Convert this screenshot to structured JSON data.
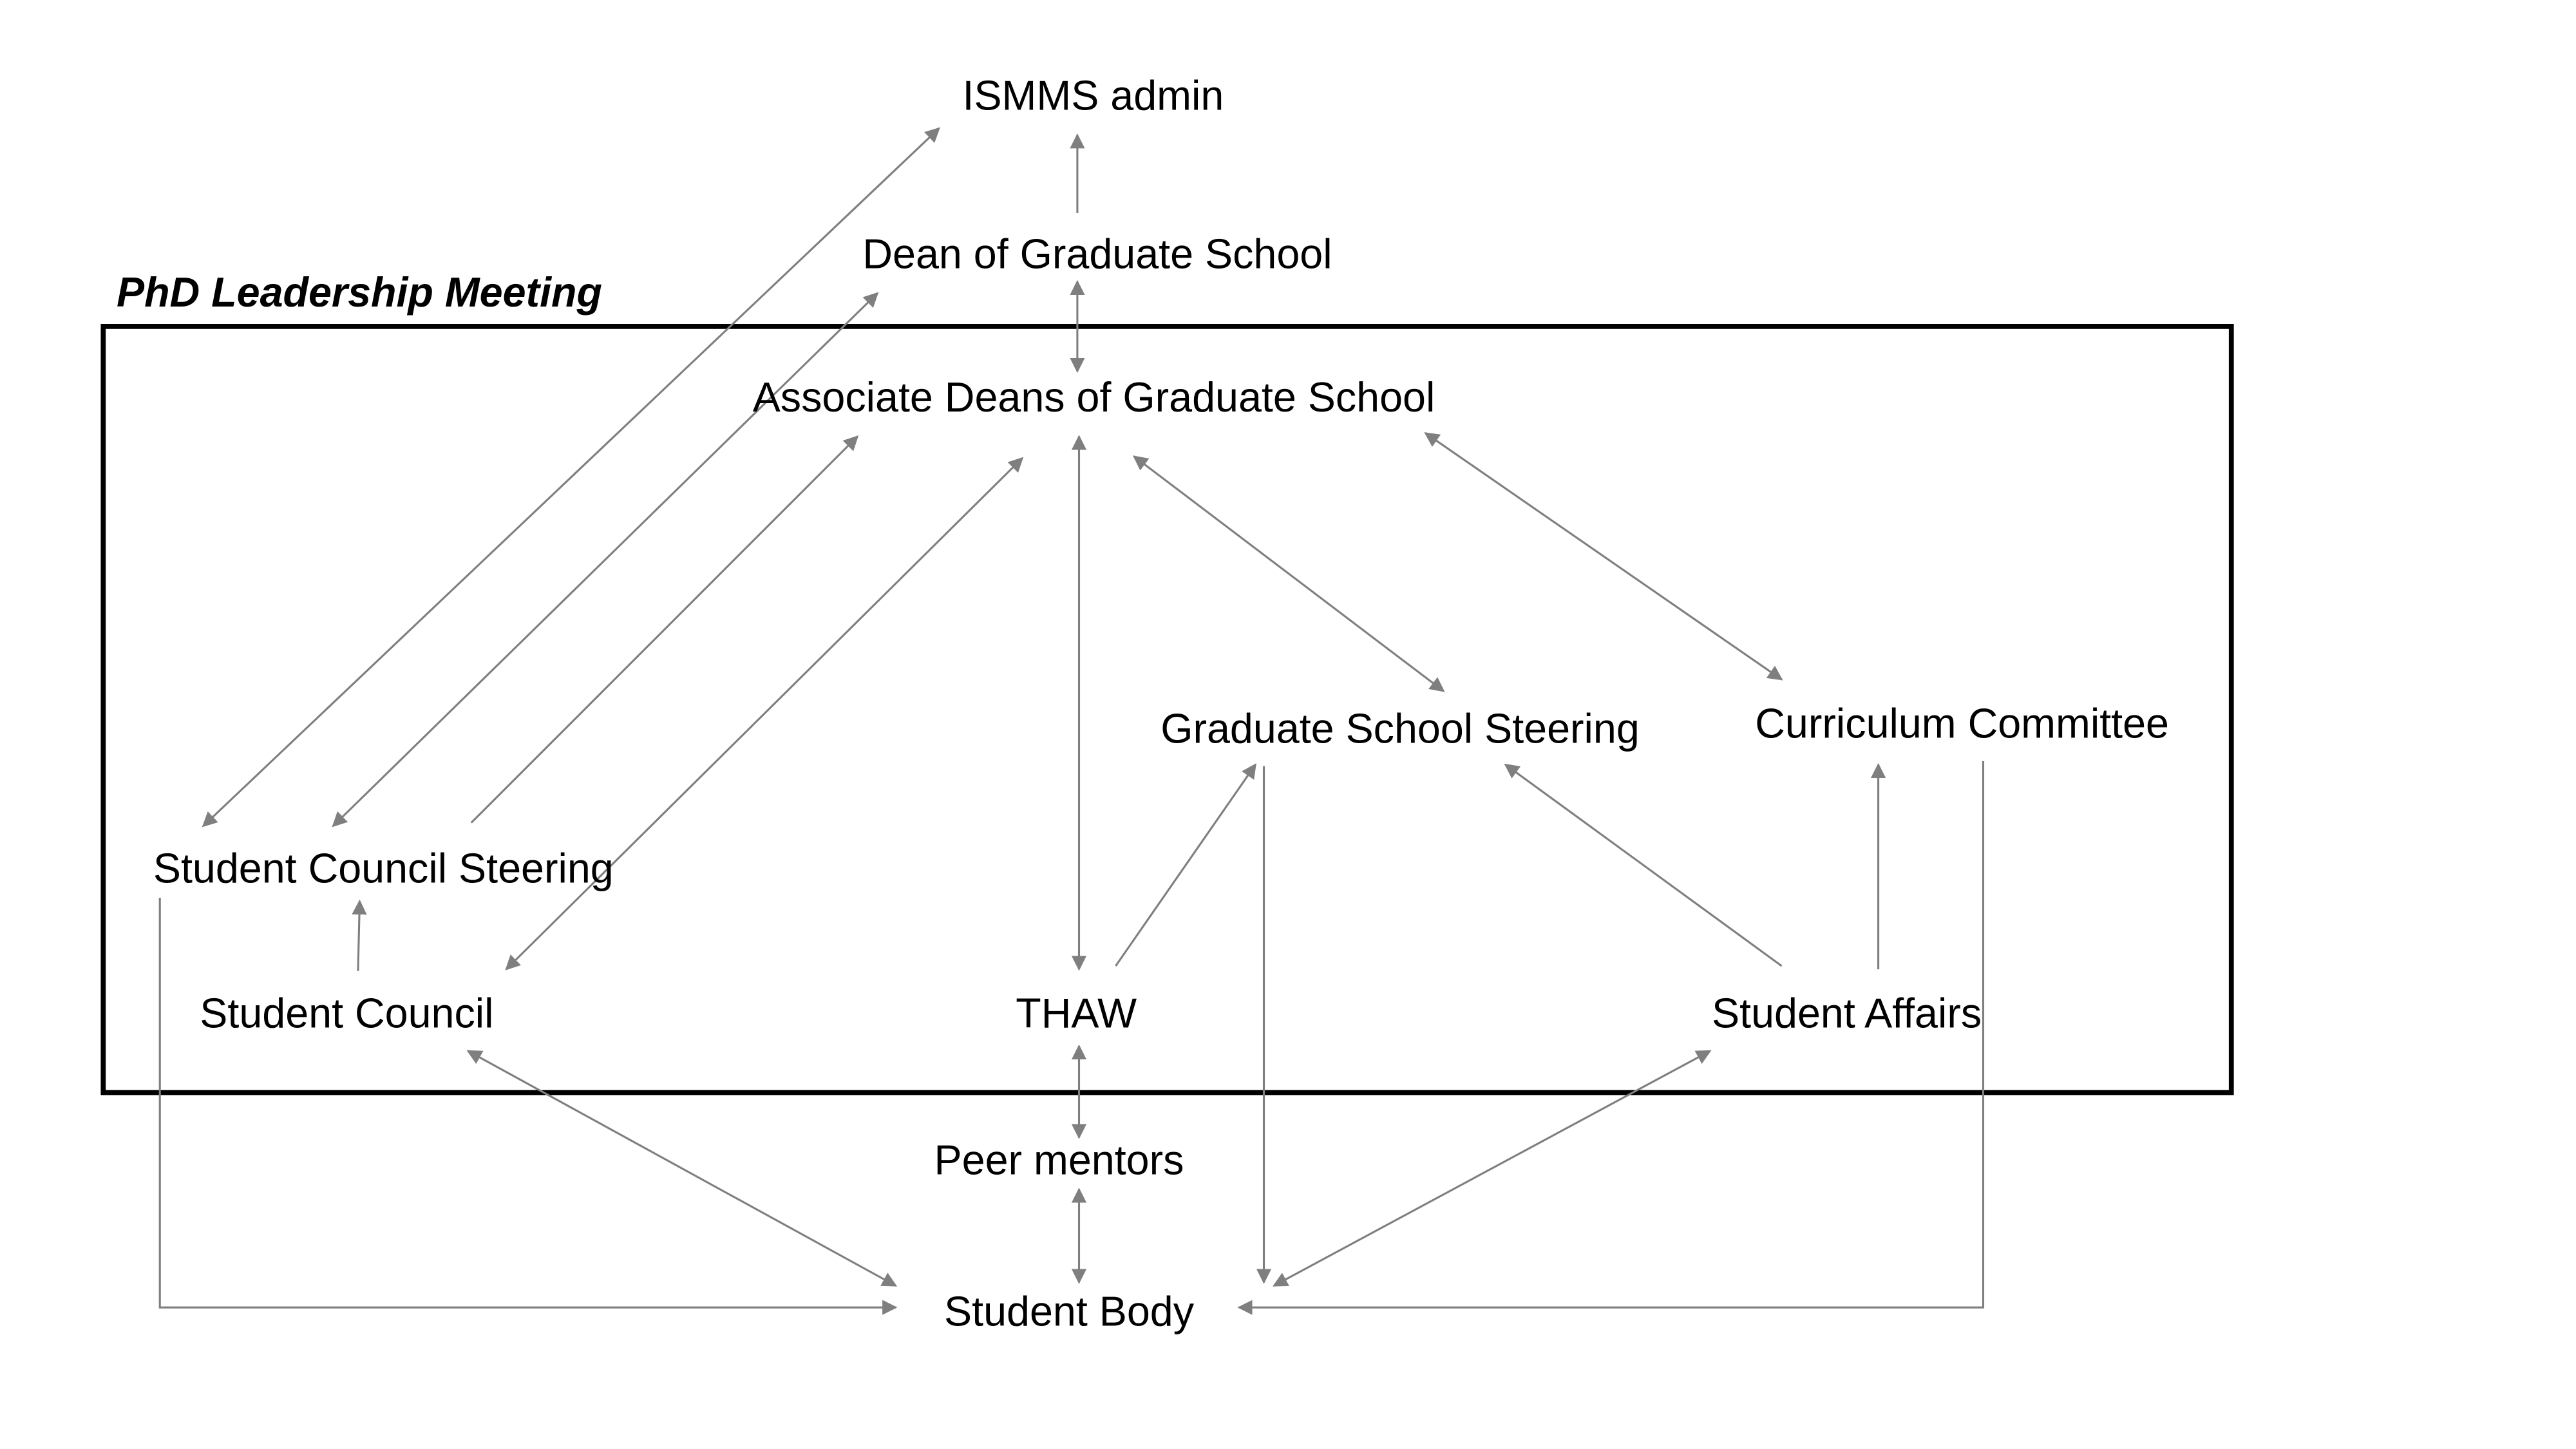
{
  "diagram": {
    "group": {
      "id": "phd-leadership",
      "label": "PhD Leadership Meeting",
      "members": [
        "assoc_deans",
        "grad_steering",
        "curriculum",
        "sc_steering",
        "student_council",
        "thaw",
        "student_affairs"
      ]
    },
    "nodes": {
      "ismms": "ISMMS admin",
      "dean": "Dean of Graduate School",
      "assoc_deans": "Associate Deans of Graduate School",
      "grad_steering": "Graduate School Steering",
      "curriculum": "Curriculum Committee",
      "sc_steering": "Student Council Steering",
      "student_council": "Student Council",
      "thaw": "THAW",
      "student_affairs": "Student Affairs",
      "peer_mentors": "Peer mentors",
      "student_body": "Student Body"
    },
    "edges": [
      {
        "from": "dean",
        "to": "ismms",
        "direction": "forward"
      },
      {
        "from": "dean",
        "to": "assoc_deans",
        "direction": "both"
      },
      {
        "from": "sc_steering",
        "to": "ismms",
        "direction": "both"
      },
      {
        "from": "sc_steering",
        "to": "dean",
        "direction": "both"
      },
      {
        "from": "sc_steering",
        "to": "assoc_deans",
        "direction": "forward"
      },
      {
        "from": "student_council",
        "to": "assoc_deans",
        "direction": "both"
      },
      {
        "from": "assoc_deans",
        "to": "thaw",
        "direction": "both"
      },
      {
        "from": "assoc_deans",
        "to": "grad_steering",
        "direction": "both"
      },
      {
        "from": "assoc_deans",
        "to": "curriculum",
        "direction": "both"
      },
      {
        "from": "thaw",
        "to": "grad_steering",
        "direction": "forward"
      },
      {
        "from": "student_affairs",
        "to": "grad_steering",
        "direction": "forward"
      },
      {
        "from": "student_affairs",
        "to": "curriculum",
        "direction": "forward"
      },
      {
        "from": "student_council",
        "to": "sc_steering",
        "direction": "forward"
      },
      {
        "from": "grad_steering",
        "to": "student_body",
        "direction": "forward"
      },
      {
        "from": "curriculum",
        "to": "student_body",
        "direction": "forward"
      },
      {
        "from": "sc_steering",
        "to": "student_body",
        "direction": "forward"
      },
      {
        "from": "student_council",
        "to": "student_body",
        "direction": "both"
      },
      {
        "from": "student_affairs",
        "to": "student_body",
        "direction": "both"
      },
      {
        "from": "thaw",
        "to": "peer_mentors",
        "direction": "both"
      },
      {
        "from": "peer_mentors",
        "to": "student_body",
        "direction": "both"
      }
    ]
  }
}
